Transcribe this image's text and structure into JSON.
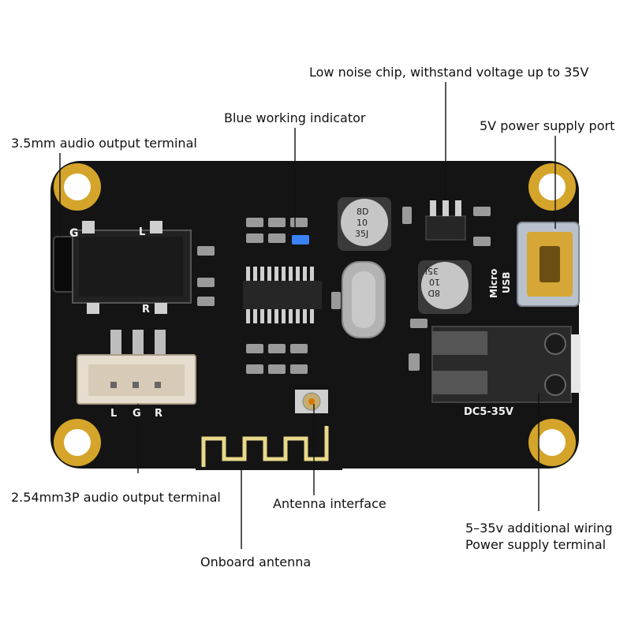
{
  "callouts": {
    "low_noise_chip": "Low noise chip, withstand voltage up to 35V",
    "blue_indicator": "Blue working indicator",
    "power_port": "5V power supply port",
    "audio_35mm": "3.5mm audio output terminal",
    "audio_254mm": "2.54mm3P audio output terminal",
    "antenna_interface": "Antenna interface",
    "onboard_antenna": "Onboard antenna",
    "additional_wiring_line1": "5–35v additional wiring",
    "additional_wiring_line2": "Power supply terminal"
  },
  "silkscreen": {
    "jack_g": "G",
    "jack_l": "L",
    "jack_r": "R",
    "jst_l": "L",
    "jst_g": "G",
    "jst_r": "R",
    "micro": "Micro",
    "usb": "USB",
    "dc_range": "DC5-35V",
    "cap_top_1": "8D",
    "cap_top_2": "10",
    "cap_top_3": "35J",
    "cap_bot_1": "8D",
    "cap_bot_2": "10",
    "cap_bot_3": "35J"
  },
  "colors": {
    "board": "#141414",
    "gold": "#d4a52a",
    "copper": "#e8d98a"
  }
}
